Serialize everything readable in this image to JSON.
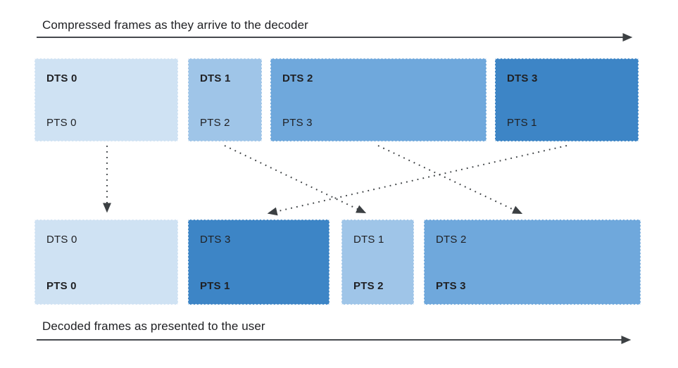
{
  "diagram": {
    "top_axis_label": "Compressed frames as they arrive to the decoder",
    "bottom_axis_label": "Decoded frames as presented to the user"
  },
  "colors": {
    "frame_lightest": "#cfe2f3",
    "frame_light": "#9fc5e8",
    "frame_medium": "#6fa8dc",
    "frame_dark": "#3d85c6",
    "arrow_line": "#45484d",
    "arrowhead": "#3c4043",
    "text": "#202124"
  },
  "top_row": {
    "boxes": [
      {
        "dts": "DTS 0",
        "pts": "PTS 0",
        "color": "#cfe2f3"
      },
      {
        "dts": "DTS 1",
        "pts": "PTS 2",
        "color": "#9fc5e8"
      },
      {
        "dts": "DTS 2",
        "pts": "PTS 3",
        "color": "#6fa8dc"
      },
      {
        "dts": "DTS 3",
        "pts": "PTS 1",
        "color": "#3d85c6"
      }
    ]
  },
  "bottom_row": {
    "boxes": [
      {
        "dts": "DTS 0",
        "pts": "PTS 0",
        "color": "#cfe2f3"
      },
      {
        "dts": "DTS 3",
        "pts": "PTS 1",
        "color": "#3d85c6"
      },
      {
        "dts": "DTS 1",
        "pts": "PTS 2",
        "color": "#9fc5e8"
      },
      {
        "dts": "DTS 2",
        "pts": "PTS 3",
        "color": "#6fa8dc"
      }
    ]
  },
  "arrows": [
    {
      "from": "top DTS 0",
      "to": "bottom DTS 0 / PTS 0"
    },
    {
      "from": "top DTS 1",
      "to": "bottom DTS 1 / PTS 2"
    },
    {
      "from": "top DTS 2",
      "to": "bottom DTS 2 / PTS 3"
    },
    {
      "from": "top DTS 3",
      "to": "bottom DTS 3 / PTS 1"
    }
  ]
}
